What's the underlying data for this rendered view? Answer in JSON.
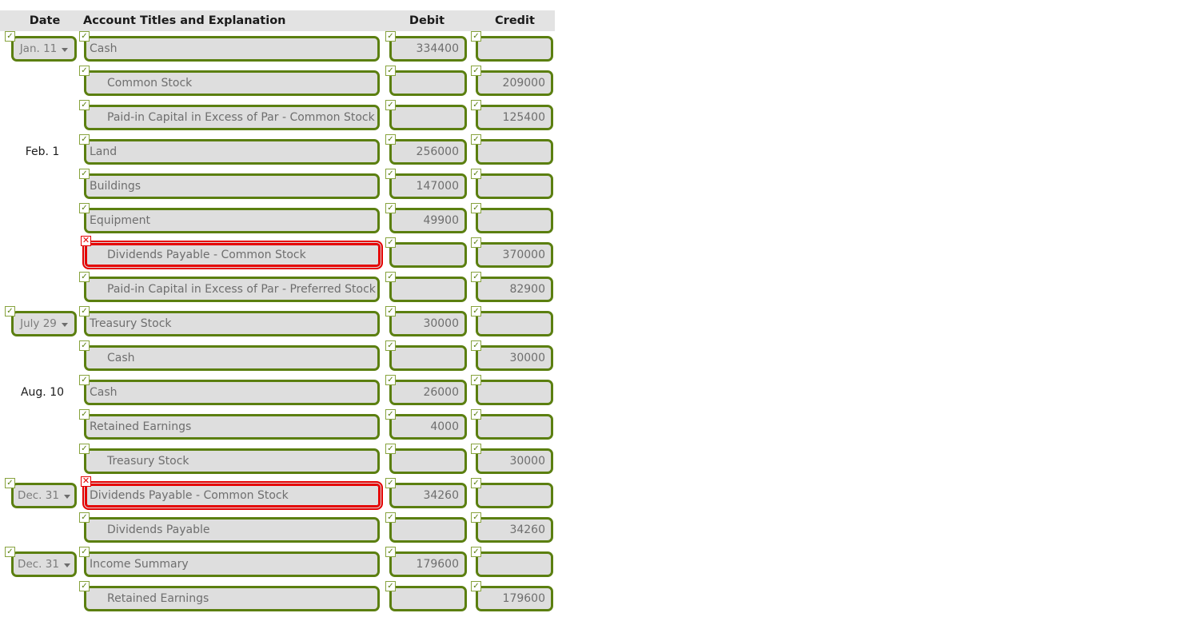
{
  "table": {
    "headers": {
      "date": "Date",
      "account": "Account Titles and Explanation",
      "debit": "Debit",
      "credit": "Credit"
    },
    "colors": {
      "valid_border": "#5b7f10",
      "error_border": "#e50000",
      "field_bg": "#dedede",
      "header_bg": "#e3e3e3",
      "value_text": "#6e6e6e"
    },
    "rows": [
      {
        "date": "Jan. 11",
        "date_type": "select",
        "date_status": "ok",
        "account": "Cash",
        "indent": false,
        "account_status": "ok",
        "debit": "334400",
        "credit": "",
        "debit_status": "ok",
        "credit_status": "ok"
      },
      {
        "date": "",
        "date_type": "none",
        "date_status": "none",
        "account": "Common Stock",
        "indent": true,
        "account_status": "ok",
        "debit": "",
        "credit": "209000",
        "debit_status": "ok",
        "credit_status": "ok"
      },
      {
        "date": "",
        "date_type": "none",
        "date_status": "none",
        "account": "Paid-in Capital in Excess of Par - Common Stock",
        "indent": true,
        "account_status": "ok",
        "debit": "",
        "credit": "125400",
        "debit_status": "ok",
        "credit_status": "ok"
      },
      {
        "date": "Feb. 1",
        "date_type": "text",
        "date_status": "none",
        "account": "Land",
        "indent": false,
        "account_status": "ok",
        "debit": "256000",
        "credit": "",
        "debit_status": "ok",
        "credit_status": "ok"
      },
      {
        "date": "",
        "date_type": "none",
        "date_status": "none",
        "account": "Buildings",
        "indent": false,
        "account_status": "ok",
        "debit": "147000",
        "credit": "",
        "debit_status": "ok",
        "credit_status": "ok"
      },
      {
        "date": "",
        "date_type": "none",
        "date_status": "none",
        "account": "Equipment",
        "indent": false,
        "account_status": "ok",
        "debit": "49900",
        "credit": "",
        "debit_status": "ok",
        "credit_status": "ok"
      },
      {
        "date": "",
        "date_type": "none",
        "date_status": "none",
        "account": "Dividends Payable - Common Stock",
        "indent": true,
        "account_status": "error",
        "debit": "",
        "credit": "370000",
        "debit_status": "ok",
        "credit_status": "ok"
      },
      {
        "date": "",
        "date_type": "none",
        "date_status": "none",
        "account": "Paid-in Capital in Excess of Par - Preferred Stock",
        "indent": true,
        "account_status": "ok",
        "debit": "",
        "credit": "82900",
        "debit_status": "ok",
        "credit_status": "ok"
      },
      {
        "date": "July 29",
        "date_type": "select",
        "date_status": "ok",
        "account": "Treasury Stock",
        "indent": false,
        "account_status": "ok",
        "debit": "30000",
        "credit": "",
        "debit_status": "ok",
        "credit_status": "ok"
      },
      {
        "date": "",
        "date_type": "none",
        "date_status": "none",
        "account": "Cash",
        "indent": true,
        "account_status": "ok",
        "debit": "",
        "credit": "30000",
        "debit_status": "ok",
        "credit_status": "ok"
      },
      {
        "date": "Aug. 10",
        "date_type": "text",
        "date_status": "none",
        "account": "Cash",
        "indent": false,
        "account_status": "ok",
        "debit": "26000",
        "credit": "",
        "debit_status": "ok",
        "credit_status": "ok"
      },
      {
        "date": "",
        "date_type": "none",
        "date_status": "none",
        "account": "Retained Earnings",
        "indent": false,
        "account_status": "ok",
        "debit": "4000",
        "credit": "",
        "debit_status": "ok",
        "credit_status": "ok"
      },
      {
        "date": "",
        "date_type": "none",
        "date_status": "none",
        "account": "Treasury Stock",
        "indent": true,
        "account_status": "ok",
        "debit": "",
        "credit": "30000",
        "debit_status": "ok",
        "credit_status": "ok"
      },
      {
        "date": "Dec. 31",
        "date_type": "select",
        "date_status": "ok",
        "account": "Dividends Payable - Common Stock",
        "indent": false,
        "account_status": "error",
        "debit": "34260",
        "credit": "",
        "debit_status": "ok",
        "credit_status": "ok"
      },
      {
        "date": "",
        "date_type": "none",
        "date_status": "none",
        "account": "Dividends Payable",
        "indent": true,
        "account_status": "ok",
        "debit": "",
        "credit": "34260",
        "debit_status": "ok",
        "credit_status": "ok"
      },
      {
        "date": "Dec. 31",
        "date_type": "select",
        "date_status": "ok",
        "account": "Income Summary",
        "indent": false,
        "account_status": "ok",
        "debit": "179600",
        "credit": "",
        "debit_status": "ok",
        "credit_status": "ok"
      },
      {
        "date": "",
        "date_type": "none",
        "date_status": "none",
        "account": "Retained Earnings",
        "indent": true,
        "account_status": "ok",
        "debit": "",
        "credit": "179600",
        "debit_status": "ok",
        "credit_status": "ok"
      }
    ],
    "icons": {
      "valid": "✓",
      "invalid": "✕",
      "chevron": "chevron-down-icon"
    }
  }
}
